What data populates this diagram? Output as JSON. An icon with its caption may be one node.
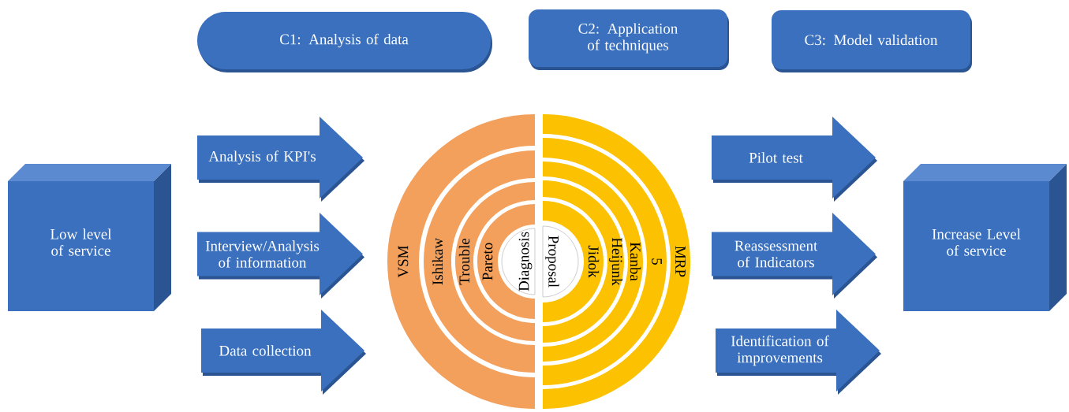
{
  "diagram": {
    "nodes": [
      {
        "text": [
          "C1: Analysis of data"
        ]
      },
      {
        "text": [
          "C2: Application of techniques"
        ]
      },
      {
        "text": [
          "C3: Model validation"
        ]
      },
      {
        "text": [
          "Low level of service"
        ]
      },
      {
        "text": [
          "Analysis of KPI's"
        ]
      },
      {
        "text": [
          "Interview/Analysis of information"
        ]
      },
      {
        "text": [
          "Data collection"
        ]
      },
      {
        "text": [
          "VSM"
        ]
      },
      {
        "text": [
          "Ishikaw"
        ]
      },
      {
        "text": [
          "Trouble"
        ]
      },
      {
        "text": [
          "Pareto"
        ]
      },
      {
        "text": [
          "Diagnosis"
        ]
      },
      {
        "text": [
          "Proposal"
        ]
      },
      {
        "text": [
          "Jidok"
        ]
      },
      {
        "text": [
          "Heijunk"
        ]
      },
      {
        "text": [
          "Kanba"
        ]
      },
      {
        "text": [
          "5"
        ]
      },
      {
        "text": [
          "MRP"
        ]
      },
      {
        "text": [
          "Pilot test"
        ]
      },
      {
        "text": [
          "Reassessment of Indicators"
        ]
      },
      {
        "text": [
          "Identification of improvements"
        ]
      },
      {
        "text": [
          "Increase Level of service"
        ]
      }
    ]
  }
}
